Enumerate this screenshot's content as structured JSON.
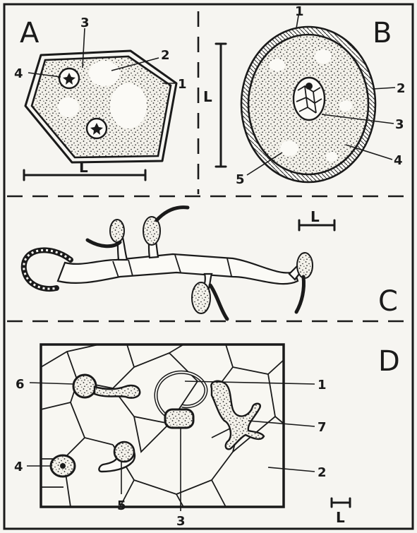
{
  "figure": {
    "panels": [
      "A",
      "B",
      "C",
      "D"
    ],
    "scale_label": "L",
    "panel_a": {
      "labels": [
        "1",
        "2",
        "3",
        "4"
      ]
    },
    "panel_b": {
      "labels": [
        "1",
        "2",
        "3",
        "4",
        "5"
      ]
    },
    "panel_d": {
      "labels": [
        "1",
        "2",
        "3",
        "4",
        "5",
        "6",
        "7"
      ]
    }
  },
  "colors": {
    "ink": "#1a1a1a",
    "paper": "#f6f5f1"
  }
}
